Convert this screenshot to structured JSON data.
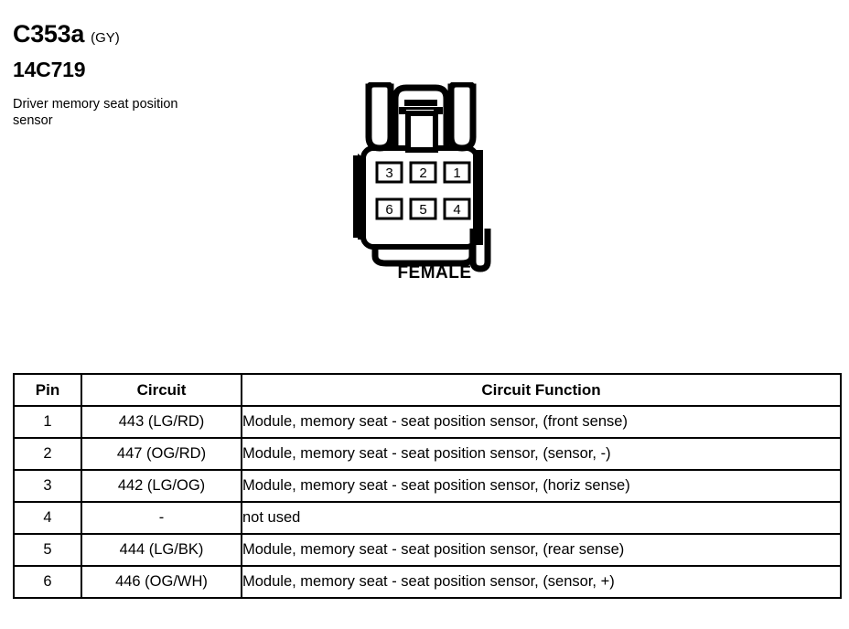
{
  "header": {
    "connector_id": "C353a",
    "color_code": "(GY)",
    "part_number": "14C719",
    "description": "Driver memory seat position sensor"
  },
  "connector": {
    "gender_label": "FEMALE",
    "cavity_count": 6,
    "rows": [
      {
        "pins": [
          "3",
          "2",
          "1"
        ]
      },
      {
        "pins": [
          "6",
          "5",
          "4"
        ]
      }
    ],
    "pins_flat": [
      "3",
      "2",
      "1",
      "6",
      "5",
      "4"
    ],
    "outline_color": "#000000",
    "fill_color": "#ffffff"
  },
  "table": {
    "columns": [
      "Pin",
      "Circuit",
      "Circuit Function"
    ],
    "rows": [
      {
        "pin": "1",
        "circuit": "443 (LG/RD)",
        "function": "Module, memory seat - seat position sensor, (front sense)"
      },
      {
        "pin": "2",
        "circuit": "447 (OG/RD)",
        "function": "Module, memory seat - seat position sensor, (sensor, -)"
      },
      {
        "pin": "3",
        "circuit": "442 (LG/OG)",
        "function": "Module, memory seat - seat position sensor, (horiz sense)"
      },
      {
        "pin": "4",
        "circuit": "-",
        "function": "not used"
      },
      {
        "pin": "5",
        "circuit": "444 (LG/BK)",
        "function": "Module, memory seat - seat position sensor, (rear sense)"
      },
      {
        "pin": "6",
        "circuit": "446 (OG/WH)",
        "function": "Module, memory seat - seat position sensor, (sensor, +)"
      }
    ]
  }
}
